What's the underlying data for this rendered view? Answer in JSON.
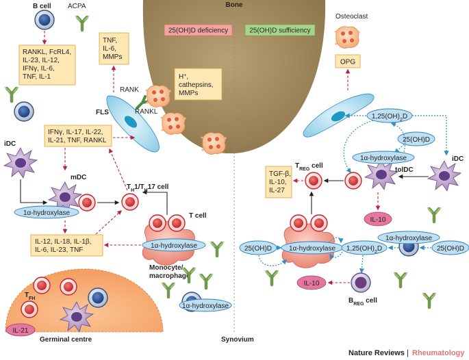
{
  "labels": {
    "bone": "Bone",
    "synovium": "Synovium",
    "deficiency": "25(OH)D deficiency",
    "sufficiency": "25(OH)D sufficiency",
    "b_cell": "B cell",
    "acpa": "ACPA",
    "fls": "FLS",
    "rank": "RANK",
    "rankl": "RANKL",
    "osteoclast": "Osteoclast",
    "opg": "OPG",
    "idc_left": "iDC",
    "mdc": "mDC",
    "th1_th17_cell": "TH1/TH17 cell",
    "t_cell": "T cell",
    "monocyte_macrophage": "Monocyte/ macrophage",
    "tfh": "TFH",
    "germinal_centre": "Germinal centre",
    "il21": "IL-21",
    "treg_cell": "TREG cell",
    "toldc": "tolDC",
    "idc_right": "iDC",
    "il10_right": "IL-10",
    "il10_breg": "IL-10",
    "breg_cell": "BREG cell",
    "one_alpha_hydroxylase": "1α-hydroxylase",
    "vitd_25": "25(OH)D",
    "vitd_125": "1,25(OH)2D"
  },
  "boxes": {
    "b_cell_cytokines": [
      "RANKL, FcRL4,",
      "IL-23, IL-12,",
      "IFNγ, IL-6,",
      "TNF, IL-1"
    ],
    "fls_products": [
      "TNF,",
      "IL-6,",
      "MMPs"
    ],
    "osteoclast_products": [
      "H+,",
      "cathepsins,",
      "MMPs"
    ],
    "t_cell_cytokines": [
      "IFNγ, IL-17, IL-22,",
      "IL-21, TNF, RANKL"
    ],
    "macrophage_cytokines": [
      "IL-12, IL-18, IL-1β,",
      "IL-6, IL-23, TNF"
    ],
    "treg_products": [
      "TGF-β,",
      "IL-10,",
      "IL-27"
    ]
  },
  "footer": {
    "journal": "Nature Reviews",
    "separator": "|",
    "section": "Rheumatology"
  },
  "colors": {
    "bone": "#a89167",
    "deficiency_fill": "#f3a3a0",
    "sufficiency_fill": "#a8d48a",
    "box_fill": "#fde7b5",
    "red_arrow": "#b5263a",
    "blue_arrow": "#2d90c7",
    "germinal_centre": "#f6a46a",
    "il10_fill": "#e4779f",
    "rheumatology_text": "#e2756f"
  }
}
